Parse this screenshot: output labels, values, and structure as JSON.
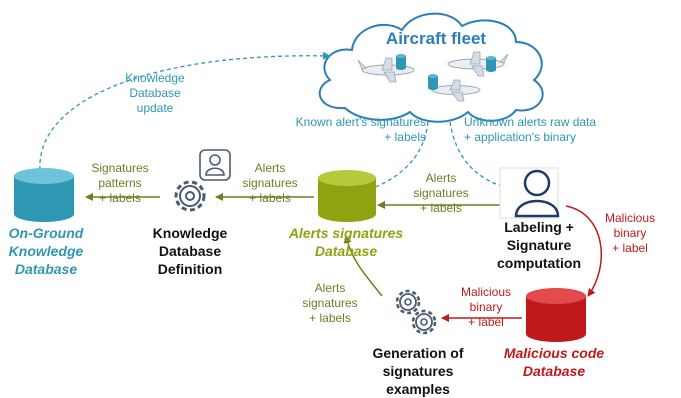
{
  "colors": {
    "teal": "#2E97B3",
    "olive": "#8FA310",
    "dark_olive": "#6E7D22",
    "red": "#C0191B",
    "dark_red": "#8E1014",
    "cloud_blue": "#2B7FB8",
    "text_dark": "#111111",
    "user_navy": "#1F3A6B",
    "gear_gray": "#4A5A72"
  },
  "cloud": {
    "title": "Aircraft fleet",
    "icon": "airplane-icon"
  },
  "databases": {
    "knowledge": {
      "line1": "On-Ground",
      "line2": "Knowledge",
      "line3": "Database"
    },
    "alerts": {
      "line1": "Alerts signatures",
      "line2": "Database"
    },
    "malicious": {
      "line1": "Malicious code",
      "line2": "Database"
    }
  },
  "processes": {
    "kdd": {
      "line1": "Knowledge",
      "line2": "Database",
      "line3": "Definition",
      "icon": "gear-icon",
      "extra_icon": "user-icon"
    },
    "labeling": {
      "line1": "Labeling +",
      "line2": "Signature",
      "line3": "computation",
      "icon": "user-icon"
    },
    "generation": {
      "line1": "Generation of",
      "line2": "signatures",
      "line3": "examples",
      "icon": "gear-icon"
    }
  },
  "edge_labels": {
    "kdb_update": {
      "line1": "Knowledge",
      "line2": "Database",
      "line3": "update"
    },
    "known_alerts": {
      "line1": "Known alert's signatures",
      "line2": "+ labels"
    },
    "unknown_alerts": {
      "line1": "Unknown alerts raw data",
      "line2": "+ application's binary"
    },
    "sig_patterns": {
      "line1": "Signatures",
      "line2": "patterns",
      "line3": "+ labels"
    },
    "alerts_to_kdd": {
      "line1": "Alerts",
      "line2": "signatures",
      "line3": "+ labels"
    },
    "labeling_to_alerts": {
      "line1": "Alerts",
      "line2": "signatures",
      "line3": "+ labels"
    },
    "malicious_to_db": {
      "line1": "Malicious",
      "line2": "binary",
      "line3": "+ label"
    },
    "malicious_to_gen": {
      "line1": "Malicious",
      "line2": "binary",
      "line3": "+ label"
    },
    "gen_to_alerts": {
      "line1": "Alerts",
      "line2": "signatures",
      "line3": "+ labels"
    }
  }
}
